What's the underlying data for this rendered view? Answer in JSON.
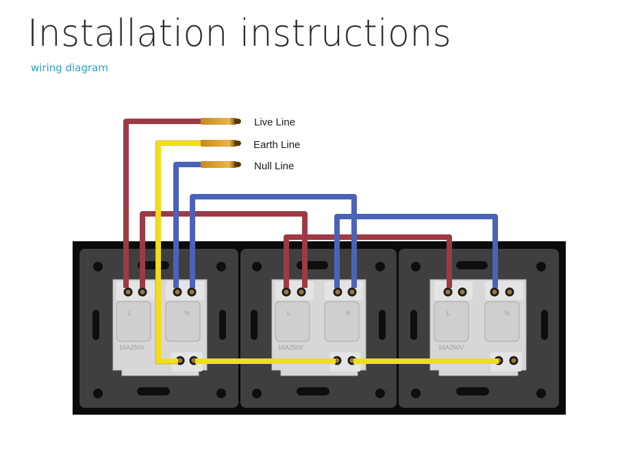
{
  "header": {
    "title": "Installation instructions",
    "subtitle": "wiring diagram"
  },
  "legend": {
    "live": "Live Line",
    "earth": "Earth Line",
    "null": "Null Line"
  },
  "terminals": {
    "live_mark": "L",
    "neutral_mark": "N",
    "rating": "16A250V"
  },
  "colors": {
    "live": "#9e3a45",
    "earth": "#f2dd1c",
    "null": "#4a63b8",
    "frame": "#0b0b0b",
    "panel": "#3f3f3f",
    "terminal_block": "#d7d7d7",
    "accent": "#29a3c6"
  }
}
